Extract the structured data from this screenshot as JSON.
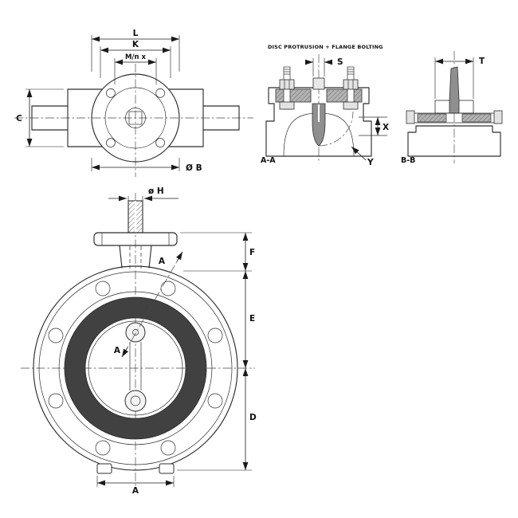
{
  "colors": {
    "line": "#2e2e2e",
    "seat_ring": "#414141",
    "disc_fill": "#8f8f8f",
    "flange_section_fill": "#b3b3b3",
    "background": "#ffffff"
  },
  "views": {
    "top": {
      "dims": {
        "L": "L",
        "K": "K",
        "Mn": "M/n x",
        "C": "C",
        "B": "Ø B"
      }
    },
    "section_aa": {
      "title": "DISC PROTRUSION + FLANGE BOLTING",
      "label": "A-A",
      "dims": {
        "S": "S",
        "X": "X",
        "Y": "Y"
      }
    },
    "section_bb": {
      "label": "B-B",
      "dims": {
        "T": "T"
      }
    },
    "front": {
      "dims": {
        "H": "ø H",
        "F": "F",
        "E": "E",
        "D": "D",
        "A": "A"
      },
      "cut_marks": {
        "top": "A",
        "bottom": "A"
      }
    }
  }
}
